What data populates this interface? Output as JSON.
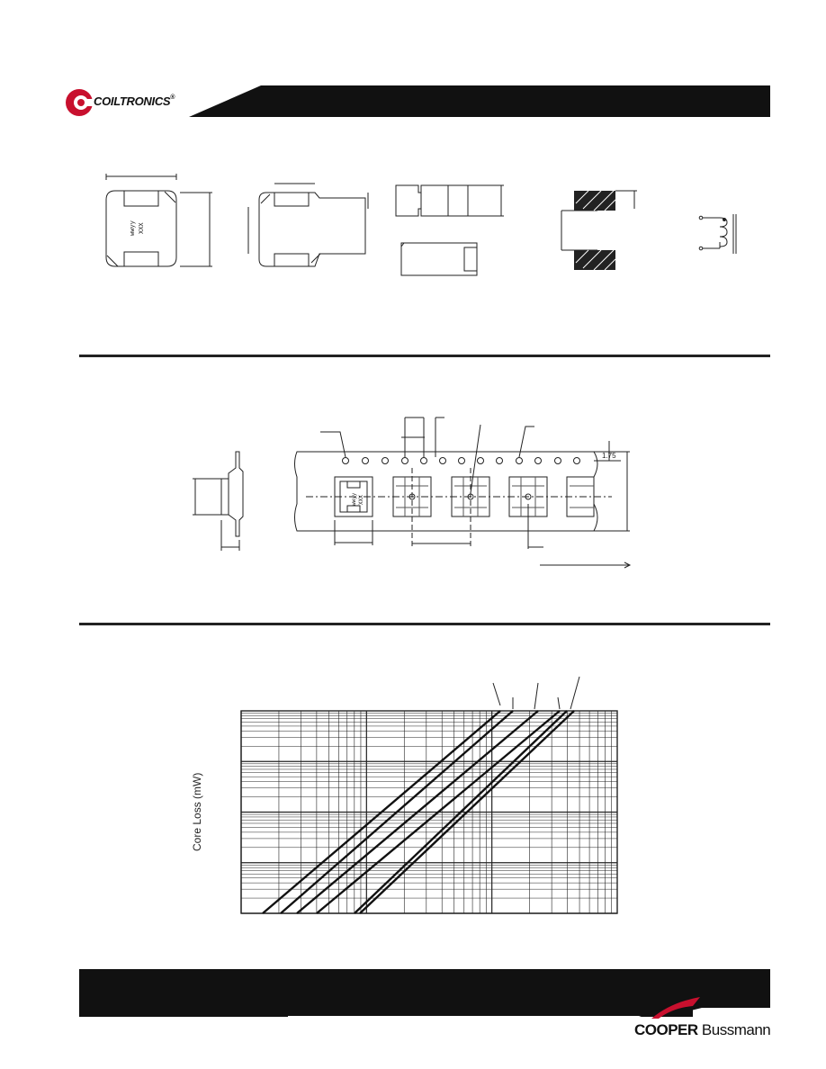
{
  "header": {
    "brand_name": "COILTRONICS",
    "brand_mark": "®"
  },
  "drawings": {
    "top_view_marking_1": "wwyy",
    "top_view_marking_2": "XXX",
    "tape_dimension": "1.75",
    "tape_part_marking_1": "wwyy",
    "tape_part_marking_2": "XXX"
  },
  "chart": {
    "ylabel": "Core Loss (mW)"
  },
  "chart_data": {
    "type": "line",
    "xscale": "log",
    "yscale": "log",
    "grid": true,
    "title": "",
    "xlabel": "",
    "ylabel": "Core Loss (mW)",
    "series_count": 6
  },
  "footer": {
    "brand_cooper": "COOPER",
    "brand_bussmann": "Bussmann"
  }
}
